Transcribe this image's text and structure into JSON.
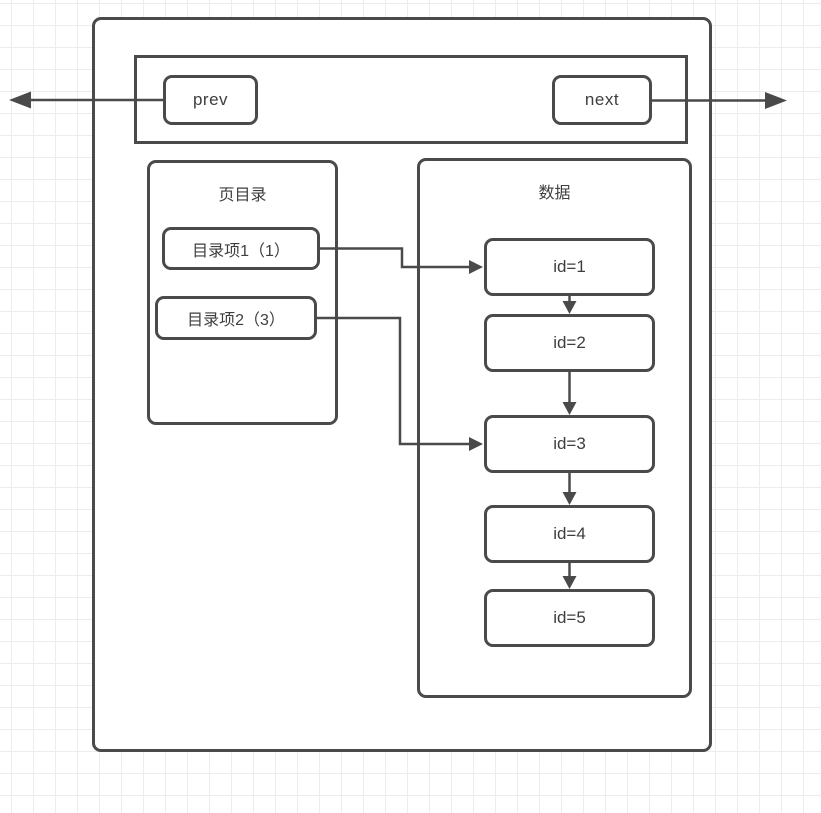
{
  "page": {
    "nav": {
      "prev_label": "prev",
      "next_label": "next"
    },
    "directory_panel": {
      "title": "页目录",
      "items": [
        {
          "label": "目录项1（1）",
          "points_to": "id=1"
        },
        {
          "label": "目录项2（3）",
          "points_to": "id=3"
        }
      ]
    },
    "data_panel": {
      "title": "数据",
      "nodes": [
        {
          "label": "id=1"
        },
        {
          "label": "id=2"
        },
        {
          "label": "id=3"
        },
        {
          "label": "id=4"
        },
        {
          "label": "id=5"
        }
      ]
    },
    "colors": {
      "stroke": "#4a4a4a",
      "text": "#3e3e3e",
      "grid_line": "#ececec",
      "background": "#ffffff"
    }
  }
}
